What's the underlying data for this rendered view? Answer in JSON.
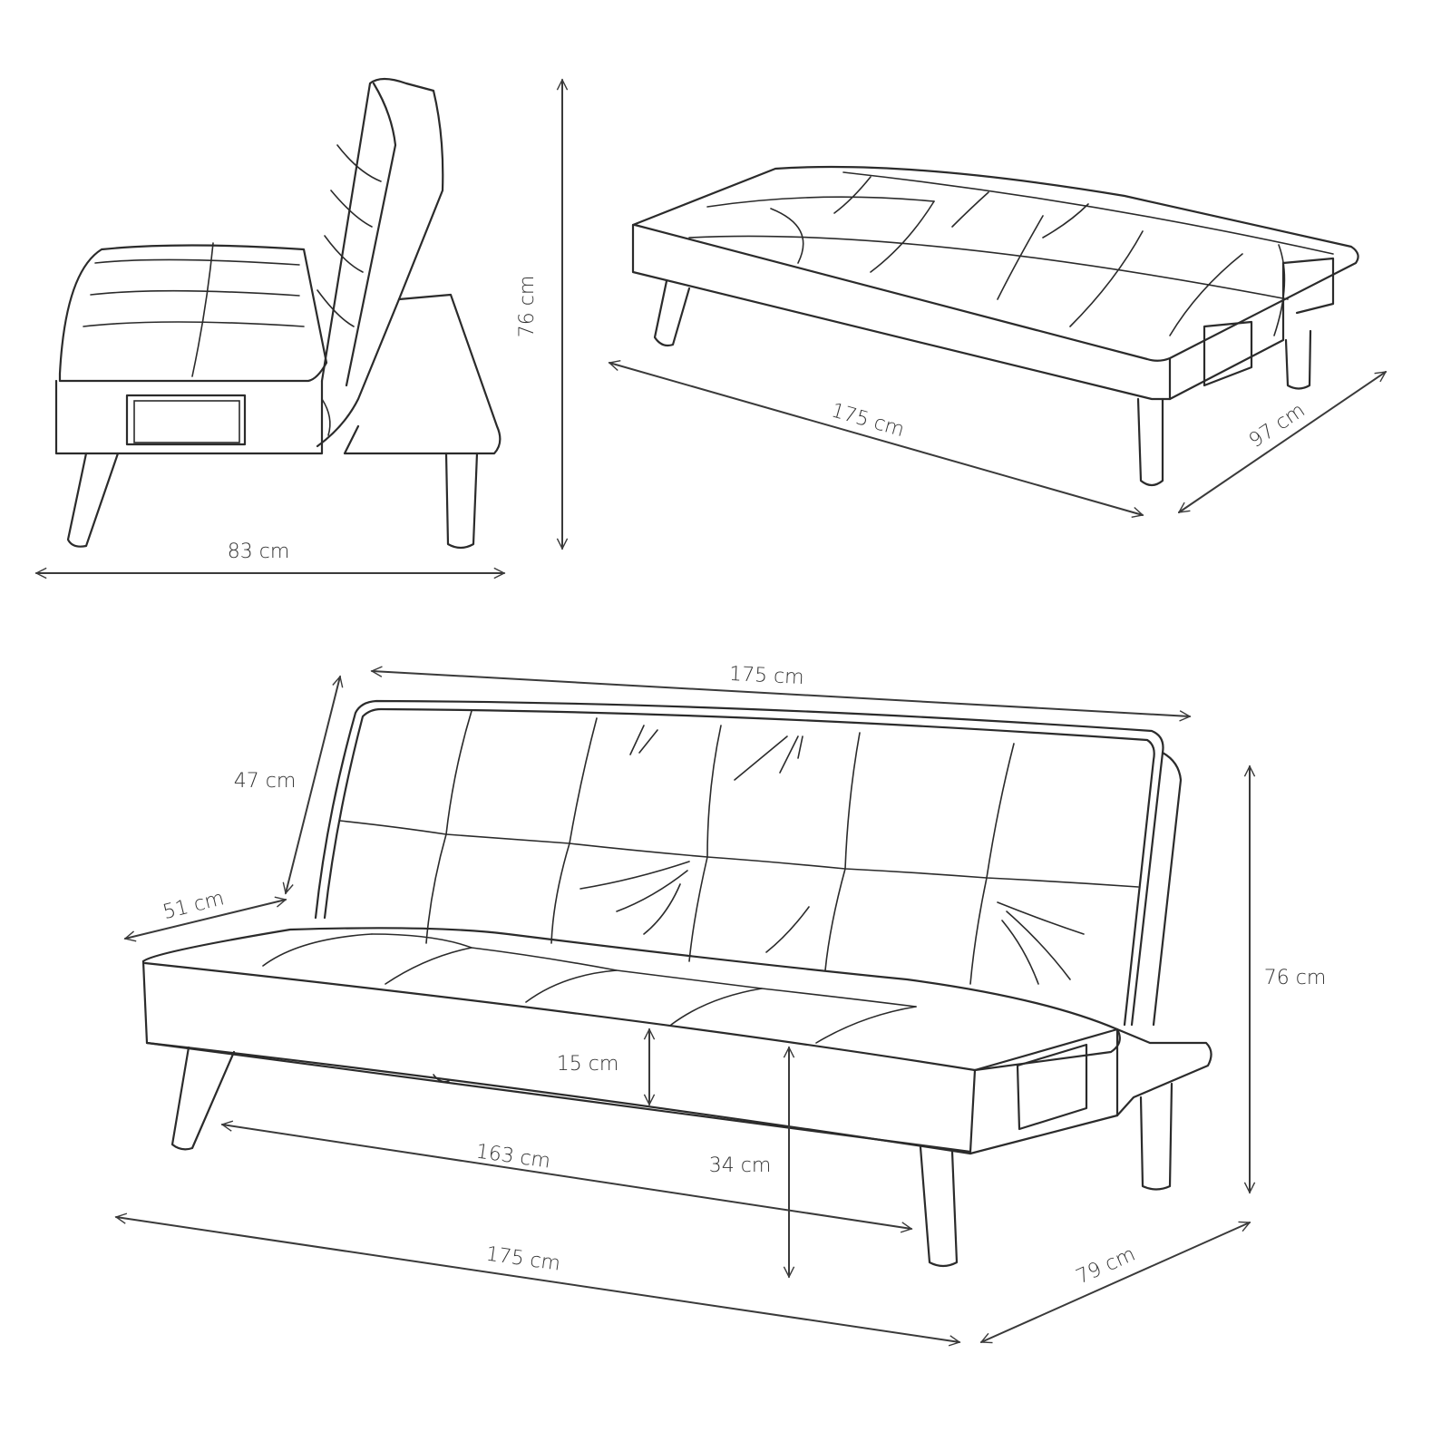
{
  "diagram": {
    "subject": "Sofa bed dimensions",
    "line_color": "#2b2b2b",
    "background": "#ffffff",
    "views": {
      "side": {
        "name": "Side view",
        "labels": {
          "depth": "83 cm",
          "height": "76 cm"
        }
      },
      "bed": {
        "name": "Bed (unfolded) view",
        "labels": {
          "length": "175 cm",
          "width": "97 cm"
        }
      },
      "front": {
        "name": "Sofa front perspective view",
        "labels": {
          "back_width": "175 cm",
          "back_height": "47 cm",
          "seat_depth": "51 cm",
          "cushion_thickness": "15 cm",
          "seat_height": "34 cm",
          "inner_width": "163 cm",
          "overall_width": "175 cm",
          "overall_depth": "79 cm",
          "overall_height": "76 cm"
        }
      }
    }
  }
}
